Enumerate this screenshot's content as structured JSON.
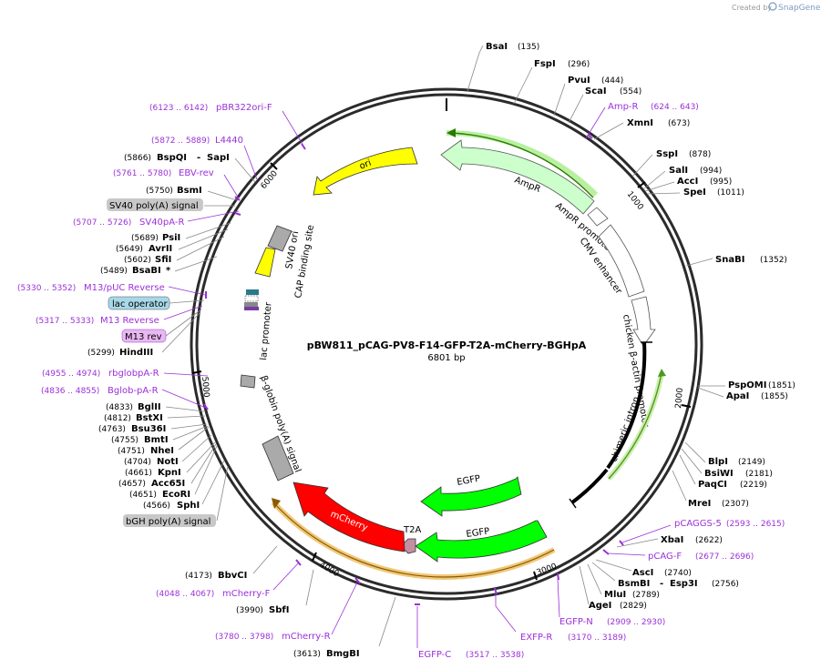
{
  "credit": {
    "prefix": "Created by",
    "brand": "SnapGene"
  },
  "plasmid": {
    "name": "pBW811_pCAG-PV8-F14-GFP-T2A-mCherry-BGHpA",
    "length_text": "6801 bp"
  },
  "ticks": [
    "1000",
    "2000",
    "3000",
    "4000",
    "5000",
    "6000"
  ],
  "colors": {
    "backbone": "#222222",
    "primer": "#9b30d9",
    "ori": "#ffff00",
    "ampr": "#ccffcc",
    "egfp": "#00ff00",
    "mcherry": "#ff0000",
    "t2a": "#c48fa0",
    "orf_highlight": "#f0c878",
    "grey_feature": "#aaaaaa",
    "lac_box": "#a8d8e8",
    "m13rev_box": "#e8b8f0",
    "polyA_box": "#c8c8c8"
  },
  "features": {
    "ori": "ori",
    "ampr": "AmpR",
    "ampr_promoter": "AmpR promoter",
    "cmv": "CMV enhancer",
    "cba": "chicken β-actin promoter",
    "intron": "chimeric intron",
    "egfp1": "EGFP",
    "egfp2": "EGFP",
    "t2a": "T2A",
    "mcherry": "mCherry",
    "bglobin": "β-globin poly(A) signal",
    "lac_promoter": "lac promoter",
    "cap": "CAP binding site",
    "sv40ori": "SV40 ori"
  },
  "right_labels": [
    {
      "name": "BsaI",
      "pos": "(135)"
    },
    {
      "name": "FspI",
      "pos": "(296)"
    },
    {
      "name": "PvuI",
      "pos": "(444)"
    },
    {
      "name": "ScaI",
      "pos": "(554)"
    },
    {
      "primer": "Amp-R",
      "range": "(624 .. 643)"
    },
    {
      "name": "XmnI",
      "pos": "(673)"
    },
    {
      "name": "SspI",
      "pos": "(878)"
    },
    {
      "name": "SalI",
      "pos": "(994)"
    },
    {
      "name": "AccI",
      "pos": "(995)"
    },
    {
      "name": "SpeI",
      "pos": "(1011)"
    },
    {
      "name": "SnaBI",
      "pos": "(1352)"
    },
    {
      "name": "PspOMI",
      "pos": "(1851)"
    },
    {
      "name": "ApaI",
      "pos": "(1855)"
    },
    {
      "name": "BlpI",
      "pos": "(2149)"
    },
    {
      "name": "BsiWI",
      "pos": "(2181)"
    },
    {
      "name": "PaqCI",
      "pos": "(2219)"
    },
    {
      "name": "MreI",
      "pos": "(2307)"
    },
    {
      "primer": "pCAGGS-5",
      "range": "(2593 .. 2615)"
    },
    {
      "name": "XbaI",
      "pos": "(2622)"
    },
    {
      "primer": "pCAG-F",
      "range": "(2677 .. 2696)"
    },
    {
      "name": "AscI",
      "pos": "(2740)"
    },
    {
      "name": "BsmBI",
      "extra": "Esp3I",
      "pos": "(2756)"
    },
    {
      "name": "MluI",
      "pos": "(2789)"
    },
    {
      "name": "AgeI",
      "pos": "(2829)"
    },
    {
      "primer": "EGFP-N",
      "range": "(2909 .. 2930)"
    },
    {
      "primer": "EXFP-R",
      "range": "(3170 .. 3189)"
    },
    {
      "primer": "EGFP-C",
      "range": "(3517 .. 3538)"
    }
  ],
  "left_labels": [
    {
      "primer": "pBR322ori-F",
      "range": "(6123 .. 6142)"
    },
    {
      "primer": "L4440",
      "range": "(5872 .. 5889)"
    },
    {
      "name": "BspQI",
      "extra": "SapI",
      "pos": "(5866)"
    },
    {
      "primer": "EBV-rev",
      "range": "(5761 .. 5780)"
    },
    {
      "name": "BsmI",
      "pos": "(5750)"
    },
    {
      "box": "SV40 poly(A) signal"
    },
    {
      "primer": "SV40pA-R",
      "range": "(5707 .. 5726)"
    },
    {
      "name": "PsiI",
      "pos": "(5689)"
    },
    {
      "name": "AvrII",
      "pos": "(5649)"
    },
    {
      "name": "SfiI",
      "pos": "(5602)"
    },
    {
      "name": "BsaBI",
      "star": "*",
      "pos": "(5489)"
    },
    {
      "primer": "M13/pUC Reverse",
      "range": "(5330 .. 5352)"
    },
    {
      "box": "lac operator"
    },
    {
      "primer": "M13 Reverse",
      "range": "(5317 .. 5333)"
    },
    {
      "box": "M13 rev"
    },
    {
      "name": "HindIII",
      "pos": "(5299)"
    },
    {
      "primer": "rbglobpA-R",
      "range": "(4955 .. 4974)"
    },
    {
      "primer": "Bglob-pA-R",
      "range": "(4836 .. 4855)"
    },
    {
      "name": "BglII",
      "pos": "(4833)"
    },
    {
      "name": "BstXI",
      "pos": "(4812)"
    },
    {
      "name": "Bsu36I",
      "pos": "(4763)"
    },
    {
      "name": "BmtI",
      "pos": "(4755)"
    },
    {
      "name": "NheI",
      "pos": "(4751)"
    },
    {
      "name": "NotI",
      "pos": "(4704)"
    },
    {
      "name": "KpnI",
      "pos": "(4661)"
    },
    {
      "name": "Acc65I",
      "pos": "(4657)"
    },
    {
      "name": "EcoRI",
      "pos": "(4651)"
    },
    {
      "name": "SphI",
      "pos": "(4566)"
    },
    {
      "box": "bGH poly(A) signal"
    },
    {
      "name": "BbvCI",
      "pos": "(4173)"
    },
    {
      "primer": "mCherry-F",
      "range": "(4048 .. 4067)"
    },
    {
      "name": "SbfI",
      "pos": "(3990)"
    },
    {
      "primer": "mCherry-R",
      "range": "(3780 .. 3798)"
    },
    {
      "name": "BmgBI",
      "pos": "(3613)"
    }
  ]
}
